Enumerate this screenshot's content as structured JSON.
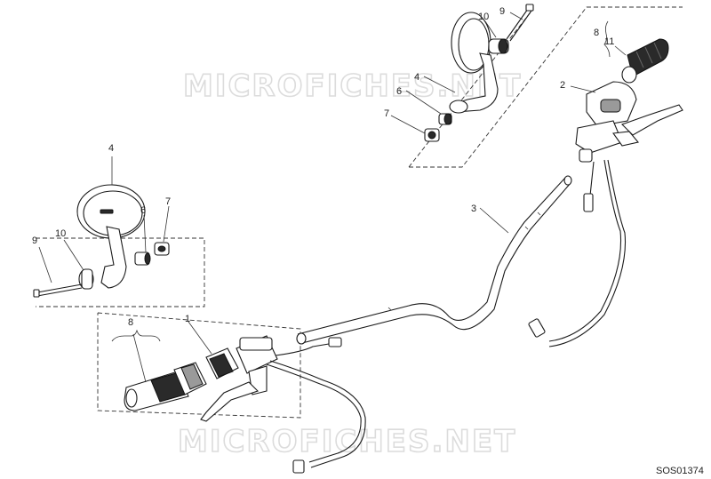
{
  "watermarks": [
    "MICROFICHES.NET",
    "MICROFICHES.NET"
  ],
  "diagram_code": "SOS01374",
  "callouts": {
    "c1": "1",
    "c2": "2",
    "c3": "3",
    "c4a": "4",
    "c4b": "4",
    "c6a": "6",
    "c6b": "6",
    "c7a": "7",
    "c7b": "7",
    "c8a": "8",
    "c8b": "8",
    "c9a": "9",
    "c9b": "9",
    "c10a": "10",
    "c10b": "10",
    "c11": "11"
  }
}
